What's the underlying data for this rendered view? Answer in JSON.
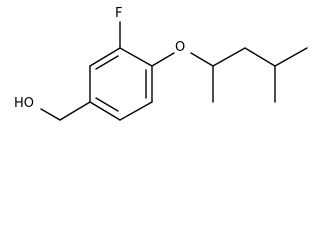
{
  "molecule": {
    "atoms": {
      "fluorine": "F",
      "ether_oxygen": "O",
      "hydroxyl": "HO"
    }
  }
}
